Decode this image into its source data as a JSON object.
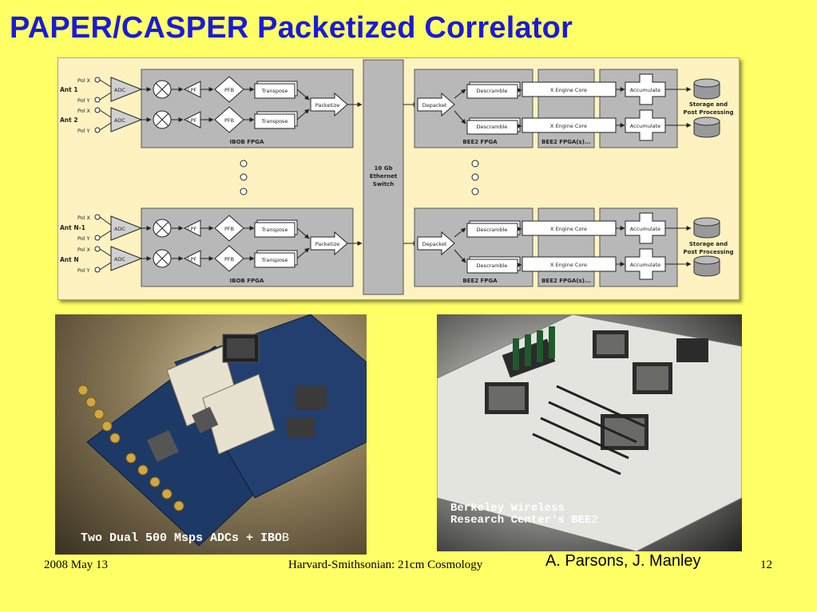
{
  "slide": {
    "title": "PAPER/CASPER Packetized Correlator",
    "footer_date": "2008 May 13",
    "footer_center": "Harvard-Smithsonian:  21cm Cosmology",
    "footer_authors": "A. Parsons, J. Manley",
    "page_number": "12"
  },
  "diagram": {
    "pol_x": "Pol X",
    "pol_y": "Pol Y",
    "ant_top1": "Ant 1",
    "ant_top2": "Ant 2",
    "ant_bot1": "Ant N-1",
    "ant_bot2": "Ant N",
    "adc": "ADC",
    "lpf": "LPF",
    "pfb": "PFB",
    "transpose": "Transpose",
    "packetize": "Packetize",
    "ibob_fpga": "IBOB FPGA",
    "switch_line1": "10 Gb",
    "switch_line2": "Ethernet",
    "switch_line3": "Switch",
    "depacket": "Depacket",
    "descramble": "Descramble",
    "x_engine": "X Engine Core",
    "accumulate": "Accumulate",
    "bee2_fpga": "BEE2 FPGA",
    "bee2_fpgas": "BEE2 FPGA(s)...",
    "storage_line1": "Storage and",
    "storage_line2": "Post Processing"
  },
  "photos": {
    "left_caption_main": "Two Dual 500 Msps ADCs + IBO",
    "left_caption_tail": "B",
    "right_caption_line1": "Berkeley Wireless",
    "right_caption_line2_main": "Research Center's BEE",
    "right_caption_line2_tail": "2"
  }
}
